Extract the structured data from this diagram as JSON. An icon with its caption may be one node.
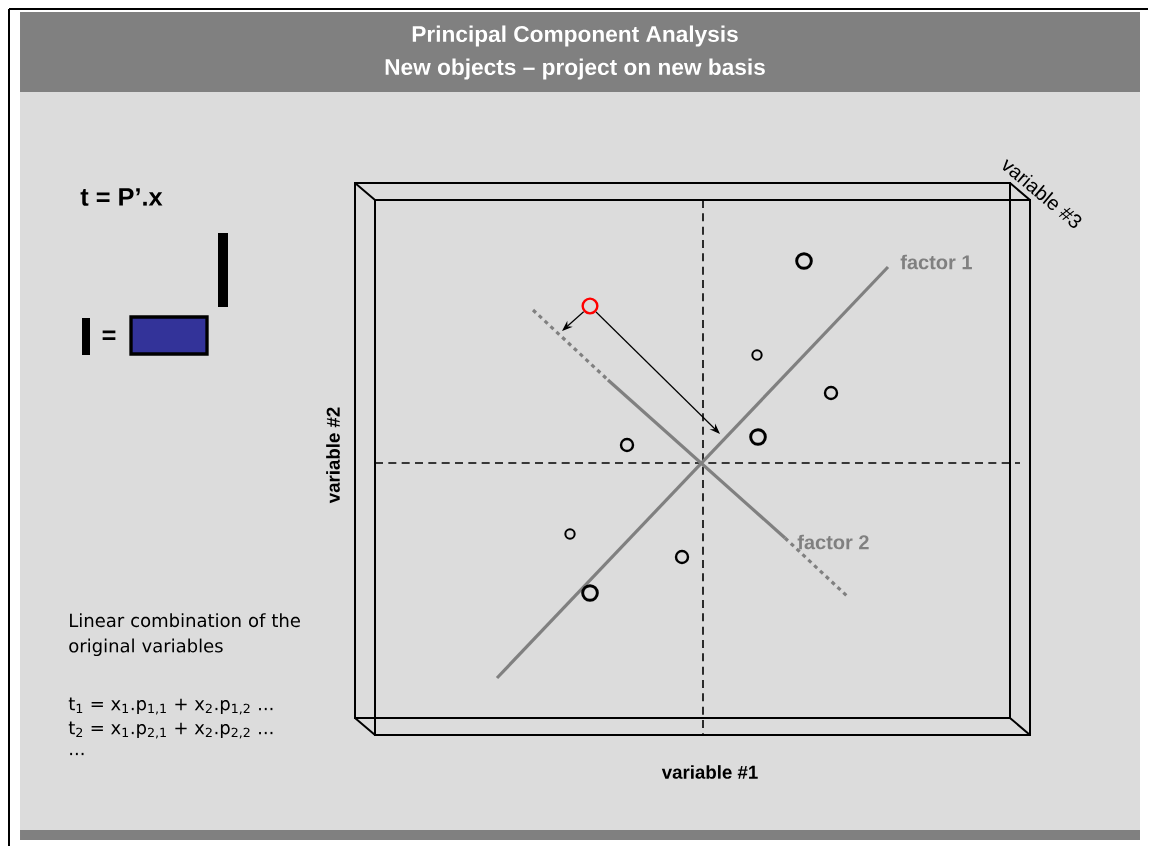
{
  "diagram": {
    "title": "Principal Component Analysis",
    "nodes": [
      {
        "text": [],
        "shape": "circle"
      },
      {
        "text": [],
        "shape": "circle"
      },
      {
        "text": [],
        "shape": "circle"
      },
      {
        "text": [],
        "shape": "circle"
      },
      {
        "text": [],
        "shape": "circle"
      },
      {
        "text": [],
        "shape": "circle"
      },
      {
        "text": [],
        "shape": "circle"
      },
      {
        "text": [],
        "shape": "circle"
      },
      {
        "text": [],
        "shape": "circle"
      }
    ],
    "edges": [
      {
        "from": 1,
        "to": null,
        "arrow": "to"
      },
      {
        "from": 1,
        "to": null,
        "arrow": "to"
      }
    ],
    "labels": [
      "New objects – project on new basis",
      "t = P’.x",
      "=",
      "variable #3",
      "factor 1",
      "variable #2",
      "factor 2",
      "Linear combination of the original variables",
      "t$_{1}$ = x$_{1}$.p$_{1,1}$ + x$_{2}$.p$_{1,2}$ ...",
      "t$_{2}$ = x$_{1}$.p$_{2,1}$ + x$_{2}$.p$_{2,2}$ ...",
      "...",
      "variable #1"
    ]
  }
}
